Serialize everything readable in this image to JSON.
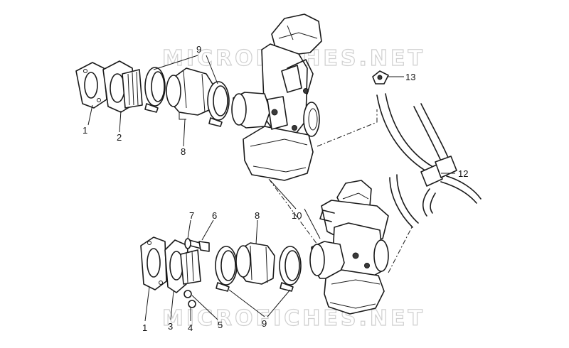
{
  "watermark": {
    "text": "MICROFICHES.NET"
  },
  "callouts": {
    "c1_top": "1",
    "c2_top": "2",
    "c9_top": "9",
    "c8_top": "8",
    "c13": "13",
    "c12": "12",
    "c10": "10",
    "c7": "7",
    "c6": "6",
    "c8_bot": "8",
    "c1_bot": "1",
    "c3": "3",
    "c4": "4",
    "c5": "5",
    "c9_bot": "9"
  }
}
